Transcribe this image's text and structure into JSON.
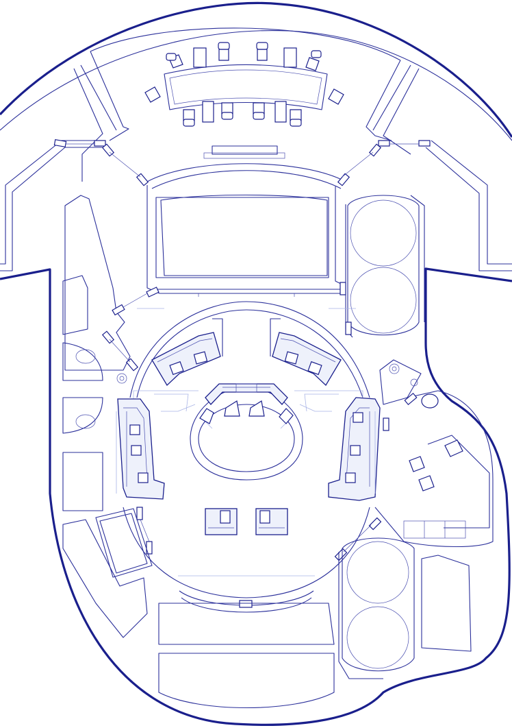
{
  "drawing": {
    "kind": "deck-plan",
    "labels": []
  },
  "colors": {
    "ink": "#1a1f8c",
    "line": "#2a2f9a",
    "faint": "#a9b4e6",
    "console_fill": "#eef1fb",
    "paper": "#ffffff"
  },
  "elements": [
    "outer-hull-wall",
    "conference-room",
    "conference-table",
    "conference-chair",
    "wall-display",
    "main-viewscreen",
    "turbolift",
    "corridor",
    "captains-area",
    "command-chair",
    "left-side-console",
    "right-side-console",
    "aft-console",
    "forward-station",
    "science-station",
    "ready-room",
    "door",
    "storage-room"
  ]
}
